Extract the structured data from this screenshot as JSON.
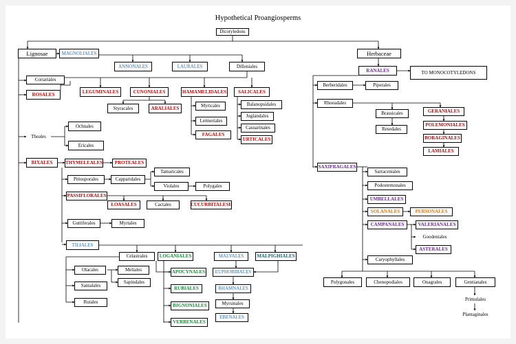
{
  "title": "Hypothetical Proangiosperms",
  "colors": {
    "black": "#000000",
    "red": "#b01010",
    "darkred": "#8b1a1a",
    "blue": "#2f6fa8",
    "green": "#1f8a3a",
    "purple": "#6a2c8c",
    "orange": "#d07a14",
    "teal": "#1a5f7a"
  },
  "nodes": {
    "dicotyledons": "Dicotyledons",
    "lignosae": "Lignosae",
    "herbaceae": "Herbaceae",
    "magnoliales": "MAGNOLIALES",
    "annonales": "ANNONALES",
    "laurales": "LAURALES",
    "dilleniales": "Dilleniales",
    "coriariales": "Coriariales",
    "rosales": "ROSALES",
    "leguminales": "LEGUMINALES",
    "cunoniales": "CUNONIALES",
    "hamamelidales": "HAMAMELIDALES",
    "salicales": "SALICALES",
    "styracales": "Styracales",
    "araliales": "ARALIALES",
    "myricales": "Myricales",
    "leitneriales": "Leitneriales",
    "fagales": "FAGALES",
    "balanopsidales": "Balanopsidales",
    "juglandales": "Juglandales",
    "casuarinales": "Casuarinales",
    "urticales": "URTICALES",
    "theales": "Theales",
    "ochnales": "Ochnales",
    "ericales": "Ericales",
    "bixales": "BIXALES",
    "thymeleales": "THYMELEALES",
    "proteales": "PROTEALES",
    "pittosporales": "Pittosporales",
    "capparidales": "Capparidales",
    "tamaricales": "Tamaricales",
    "violales": "Violales",
    "polygalales": "Polygales",
    "passiflorales": "PASSIFLORALES",
    "loasales": "LOASALES",
    "cactales": "Cactales",
    "cucurbitales": "CUCURBITALESE",
    "guttiferales": "Guttiferales",
    "myrtales": "Myrtales",
    "tiliales": "TILIALES",
    "celastrales": "Celastrales",
    "loganiales": "LOGANIALES",
    "malvales": "MALVALES",
    "malpighiales": "MALPIGHIALES",
    "olacales": "Olacales",
    "santalales": "Santalales",
    "rutales": "Rutales",
    "meliales": "Meliales",
    "sapindales": "Sapindales",
    "apocynales": "APOCYNALES",
    "rubiales": "RUBIALES",
    "bignoniales": "BIGNONIALES",
    "verbenales": "VERBENALES",
    "euphorbiales": "EUPHORBIALES",
    "rhamnales": "RHAMNALES",
    "myrsinales": "Myrsinales",
    "ebenales": "EBENALES",
    "ranales": "RANALES",
    "to_monocots": "TO MONOCOTYLEDONS",
    "berberidales": "Berberidales",
    "piperales": "Piperales",
    "rhoeadales": "Rhoeadales",
    "brassicales": "Brassicales",
    "resedales": "Resedales",
    "geraniales": "GERANIALES",
    "polemoniales": "POLEMONIALES",
    "boraginales": "BORAGINALES",
    "lamiales": "LAMIALES",
    "saxifragales": "SAXIFRAGALES",
    "sarraceniales": "Sarraceniales",
    "podostemonales": "Podostemonales",
    "umbellales": "UMBELLALES",
    "solanales": "SOLANALES",
    "personales": "PERSONALES",
    "campanales": "CAMPANALES",
    "valerianales": "VALERIANALES",
    "goodeniales": "Goodeniales",
    "asterales": "ASTERALES",
    "caryophyllales": "Caryophyllales",
    "polygonales": "Polygonales",
    "chenopodiales": "Chenopodiales",
    "onagrales": "Onagrales",
    "gentianales": "Gentianales",
    "primulales": "Primulales",
    "plantaginales": "Plantaginales"
  }
}
